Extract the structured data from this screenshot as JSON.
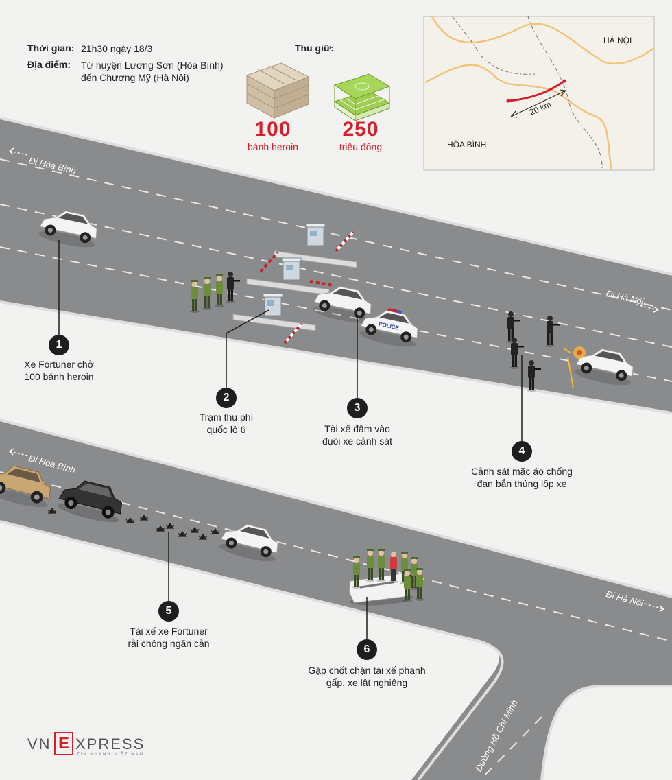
{
  "info": {
    "time_label": "Thời gian:",
    "time_value": "21h30 ngày 18/3",
    "place_label": "Địa điểm:",
    "place_value_1": "Từ huyện Lương Sơn (Hòa Bình)",
    "place_value_2": "đến Chương Mỹ (Hà Nội)"
  },
  "seized": {
    "label": "Thu giữ:",
    "heroin_count": "100",
    "heroin_unit": "bánh heroin",
    "money_count": "250",
    "money_unit": "triệu đồng"
  },
  "map": {
    "hanoi": "HÀ NỘI",
    "hoabinh": "HÒA BÌNH",
    "distance": "20 km"
  },
  "roads": {
    "to_hoabinh_top": "Đi Hòa Bình",
    "to_hanoi_top": "Đi Hà Nội",
    "to_hoabinh_bottom": "Đi Hòa Bình",
    "to_hanoi_bottom": "Đi Hà Nội",
    "ho_chi_minh": "Đường Hồ Chí Minh"
  },
  "steps": [
    {
      "num": "1",
      "line1": "Xe Fortuner chở",
      "line2": "100 bánh heroin"
    },
    {
      "num": "2",
      "line1": "Trạm thu phí",
      "line2": "quốc lộ 6"
    },
    {
      "num": "3",
      "line1": "Tài xế đâm vào",
      "line2": "đuôi xe cảnh sát"
    },
    {
      "num": "4",
      "line1": "Cảnh sát mặc áo chống",
      "line2": "đạn bắn thủng lốp xe"
    },
    {
      "num": "5",
      "line1": "Tài xế xe Fortuner",
      "line2": "rải chông ngăn cản"
    },
    {
      "num": "6",
      "line1": "Gặp chốt chặn tài xế phanh",
      "line2": "gấp, xe lật nghiêng"
    }
  ],
  "police_text": "POLICE",
  "brand": {
    "vn": "VN",
    "e": "E",
    "xpress": "XPRESS",
    "tagline": "TIN NHANH VIỆT NAM"
  },
  "colors": {
    "road": "#8a8b8d",
    "accent": "#d51f2b",
    "background": "#f2f2f0"
  }
}
